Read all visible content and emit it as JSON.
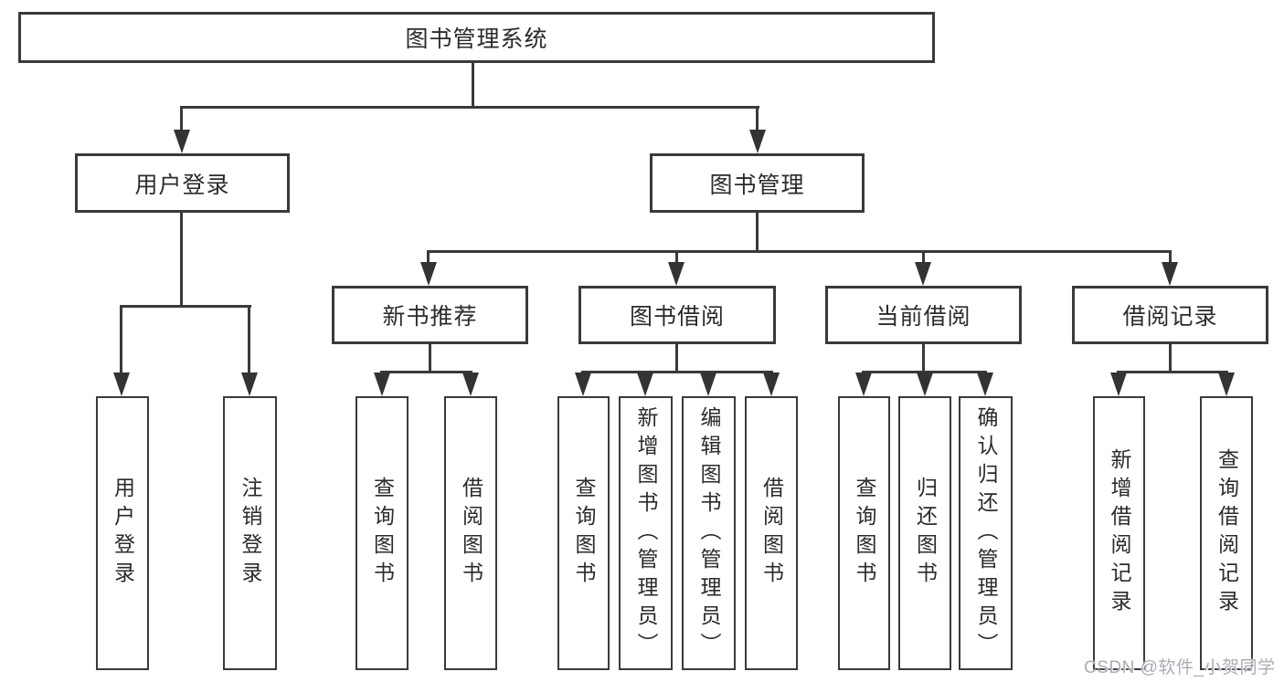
{
  "diagram": {
    "root": {
      "label": "图书管理系统"
    },
    "user_login": {
      "label": "用户登录",
      "children": [
        {
          "label": "用户登录"
        },
        {
          "label": "注销登录"
        }
      ]
    },
    "book_management": {
      "label": "图书管理",
      "children": [
        {
          "label": "新书推荐",
          "children": [
            {
              "label": "查询图书"
            },
            {
              "label": "借阅图书"
            }
          ]
        },
        {
          "label": "图书借阅",
          "children": [
            {
              "label": "查询图书"
            },
            {
              "label": "新增图书（管理员）"
            },
            {
              "label": "编辑图书（管理员）"
            },
            {
              "label": "借阅图书"
            }
          ]
        },
        {
          "label": "当前借阅",
          "children": [
            {
              "label": "查询图书"
            },
            {
              "label": "归还图书"
            },
            {
              "label": "确认归还（管理员）"
            }
          ]
        },
        {
          "label": "借阅记录",
          "children": [
            {
              "label": "新增借阅记录"
            },
            {
              "label": "查询借阅记录"
            }
          ]
        }
      ]
    }
  },
  "watermark": {
    "text": "CSDN @软件_小贺同学"
  },
  "colors": {
    "line": "#3a3a3a",
    "text": "#2b2b2b",
    "background": "#ffffff",
    "watermark": "#a8acb4"
  }
}
